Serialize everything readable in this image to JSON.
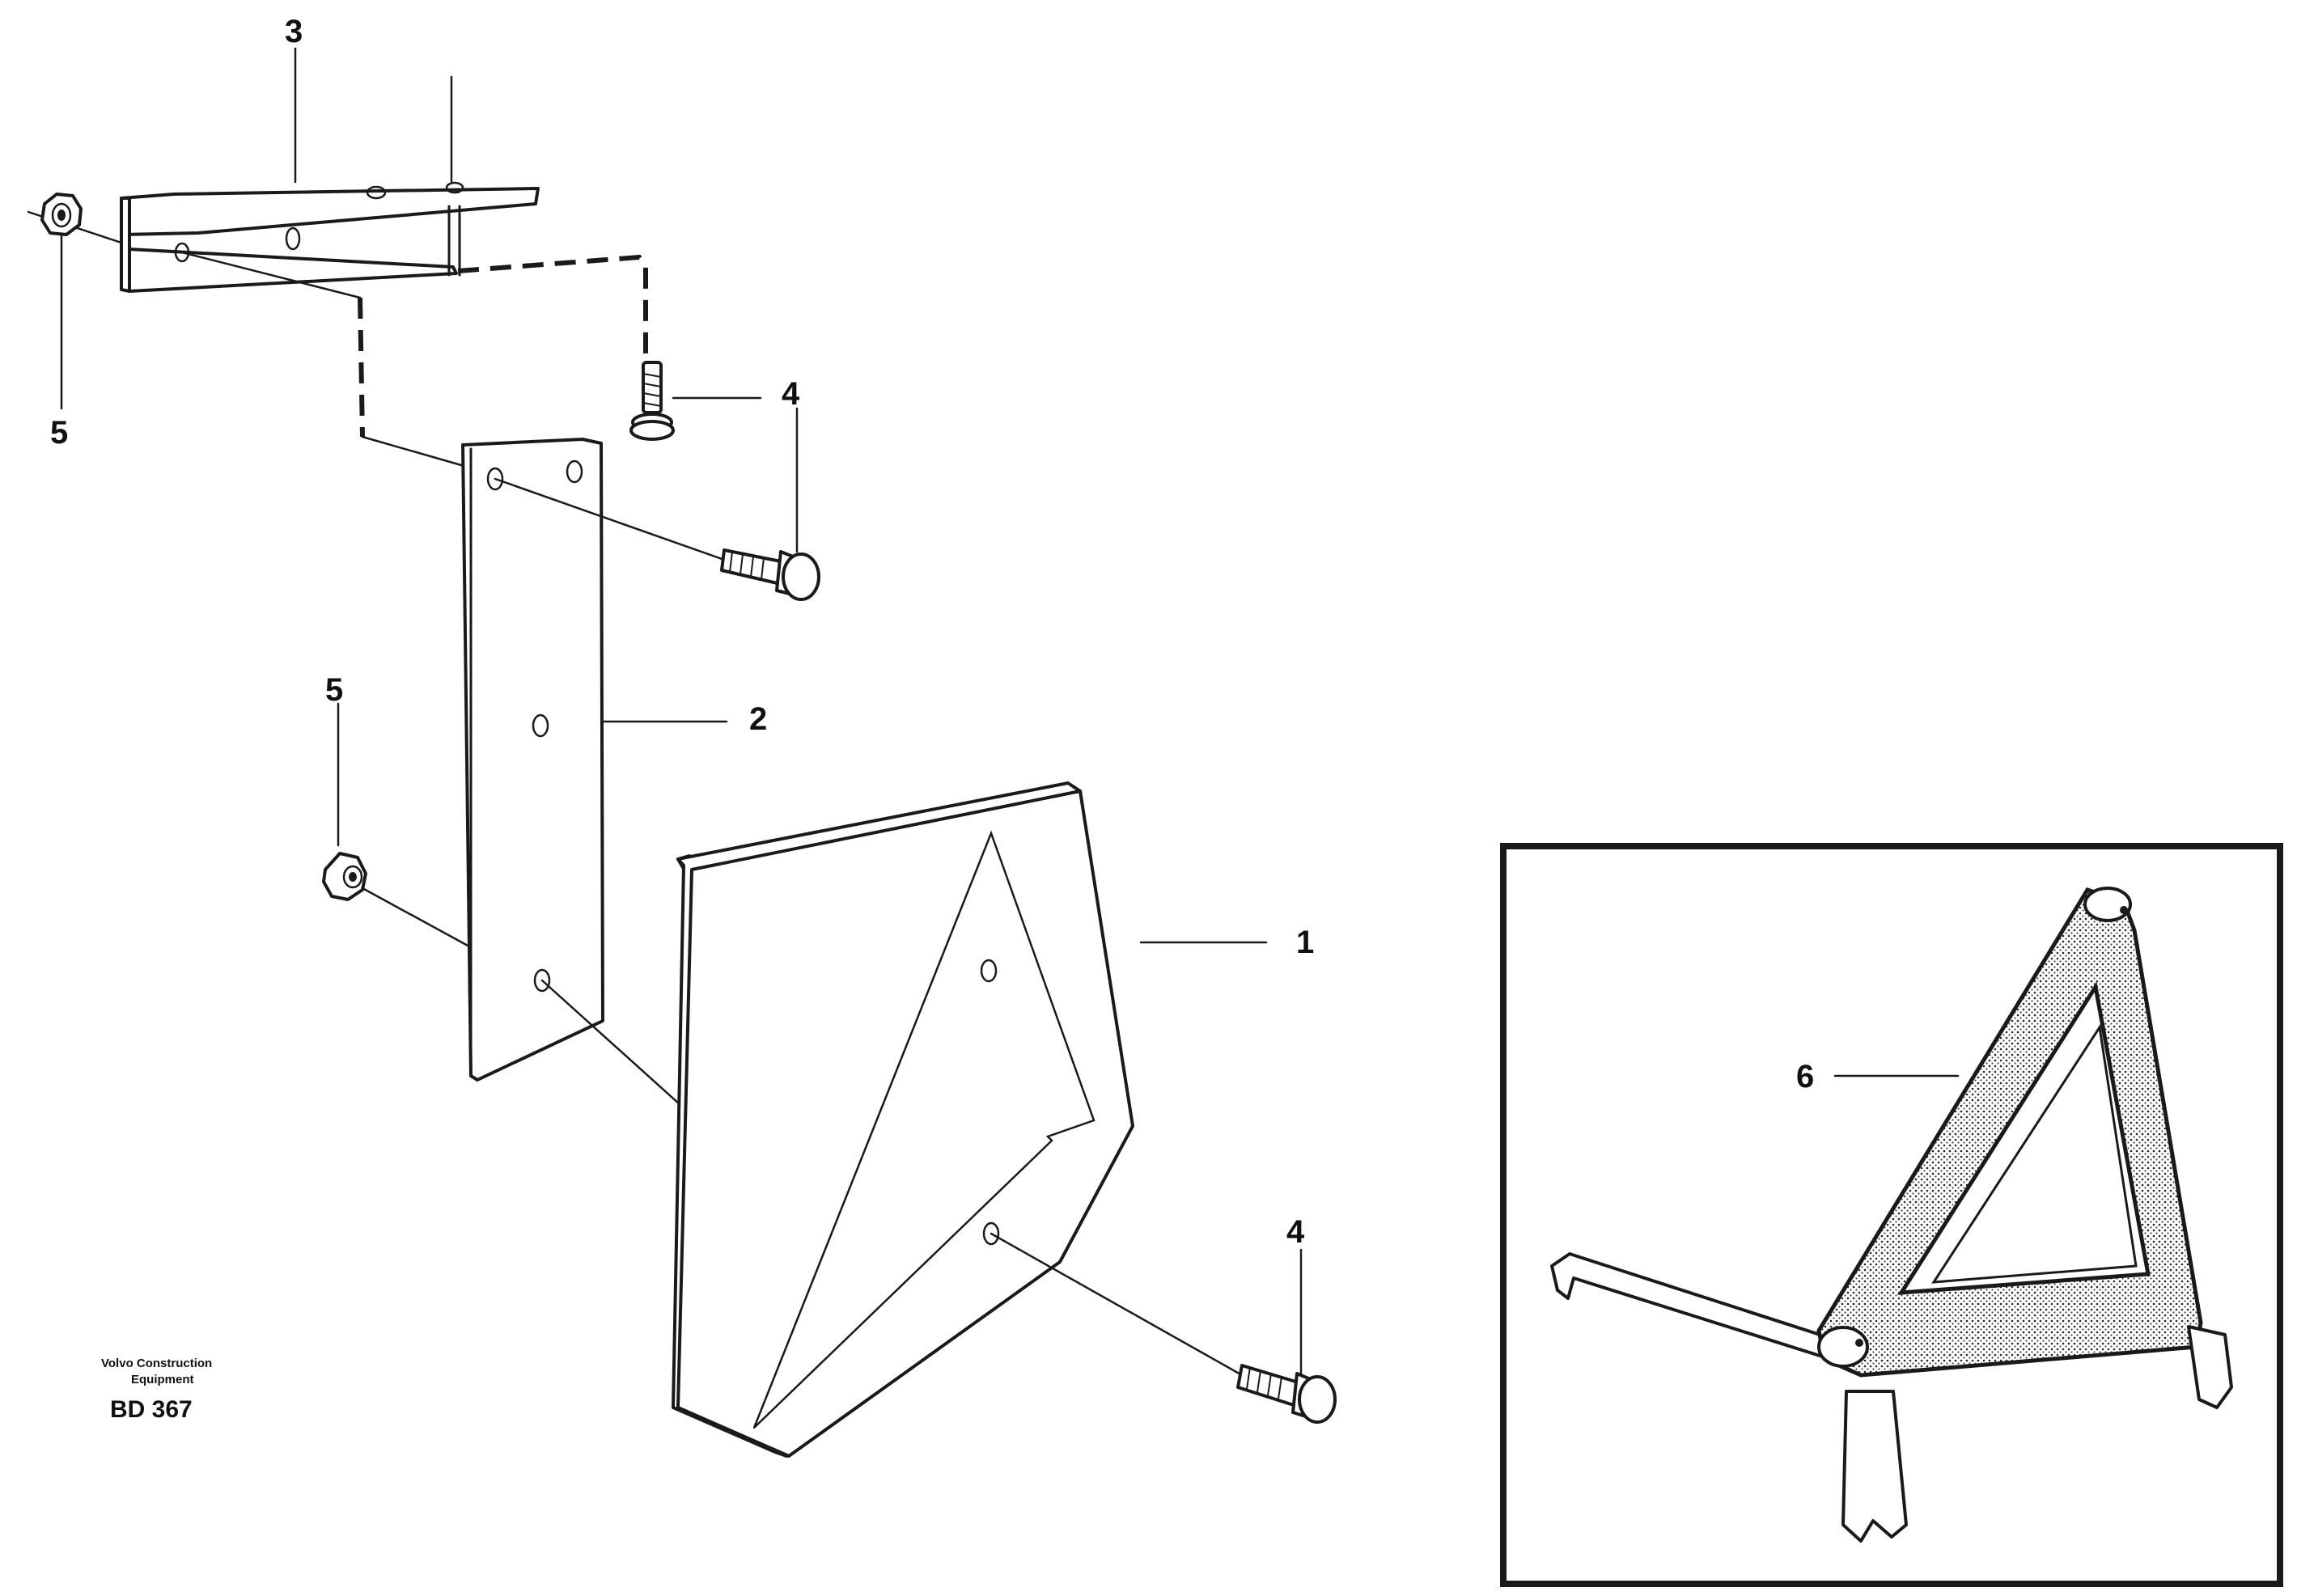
{
  "callouts": {
    "c1": "1",
    "c2": "2",
    "c3": "3",
    "c4a": "4",
    "c4b": "4",
    "c5a": "5",
    "c5b": "5",
    "c6": "6"
  },
  "footer": {
    "company_line1": "Volvo Construction",
    "company_line2": "Equipment",
    "drawing_code": "BD 367"
  },
  "icons": {
    "reflector_plate": "reflector-plate-icon",
    "mounting_strip": "mounting-strip-icon",
    "angle_bracket": "angle-bracket-icon",
    "screw": "screw-icon",
    "nut": "nut-icon",
    "warning_triangle": "warning-triangle-icon"
  },
  "colors": {
    "ink": "#1a1a1a",
    "paper": "#ffffff"
  }
}
